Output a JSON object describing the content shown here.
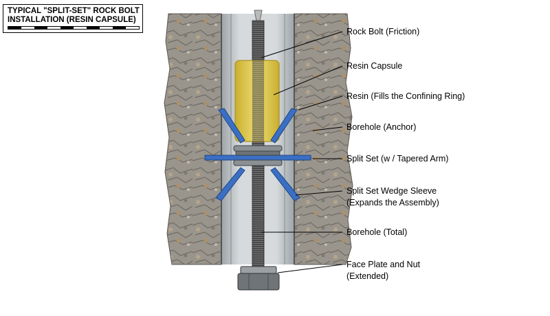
{
  "title": {
    "line1": "TYPICAL \"SPLIT-SET\" ROCK BOLT",
    "line2": "INSTALLATION (RESIN CAPSULE)"
  },
  "callouts": [
    {
      "id": "rock-bolt",
      "lines": [
        "Rock Bolt (Friction)"
      ]
    },
    {
      "id": "resin-capsule",
      "lines": [
        "Resin Capsule"
      ]
    },
    {
      "id": "resin",
      "lines": [
        "Resin (Fills the Confining Ring)"
      ]
    },
    {
      "id": "borehole-anchor",
      "lines": [
        "Borehole (Anchor)"
      ]
    },
    {
      "id": "split-set",
      "lines": [
        "Split Set (w / Tapered Arm)"
      ]
    },
    {
      "id": "wedge-sleeve",
      "lines": [
        "Split Set Wedge Sleeve",
        "(Expands the Assembly)"
      ]
    },
    {
      "id": "borehole-total",
      "lines": [
        "Borehole (Total)"
      ]
    },
    {
      "id": "face-plate",
      "lines": [
        "Face Plate and Nut",
        "(Extended)"
      ]
    }
  ],
  "colors": {
    "rock": "#9a958c",
    "borehole": "#c8ccce",
    "resin_capsule": "#e2c93a",
    "split_set": "#3a6fc4",
    "bolt": "#3a3a3a"
  }
}
